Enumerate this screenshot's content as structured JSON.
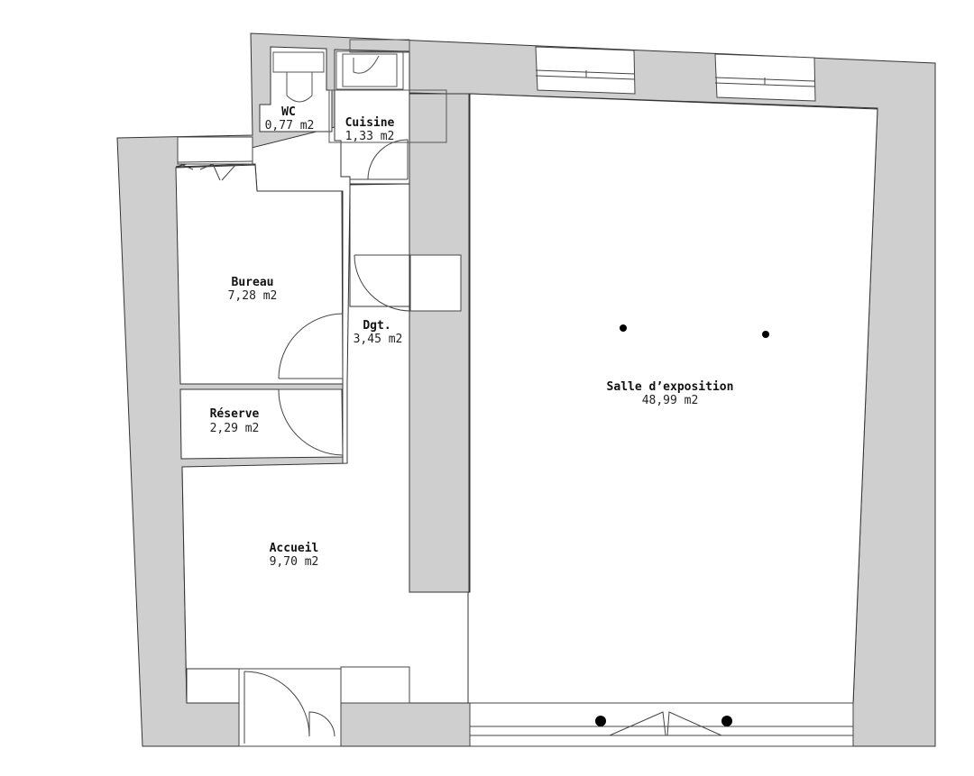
{
  "colors": {
    "wall": "#cfcfcf",
    "line": "#333333",
    "fixture": "#555555",
    "background": "#ffffff"
  },
  "rooms": {
    "wc": {
      "name": "WC",
      "area": "0,77 m2"
    },
    "cuisine": {
      "name": "Cuisine",
      "area": "1,33 m2"
    },
    "bureau": {
      "name": "Bureau",
      "area": "7,28 m2"
    },
    "dgt": {
      "name": "Dgt.",
      "area": "3,45 m2"
    },
    "reserve": {
      "name": "Réserve",
      "area": "2,29 m2"
    },
    "accueil": {
      "name": "Accueil",
      "area": "9,70 m2"
    },
    "salle": {
      "name": "Salle d’exposition",
      "area": "48,99 m2"
    }
  }
}
